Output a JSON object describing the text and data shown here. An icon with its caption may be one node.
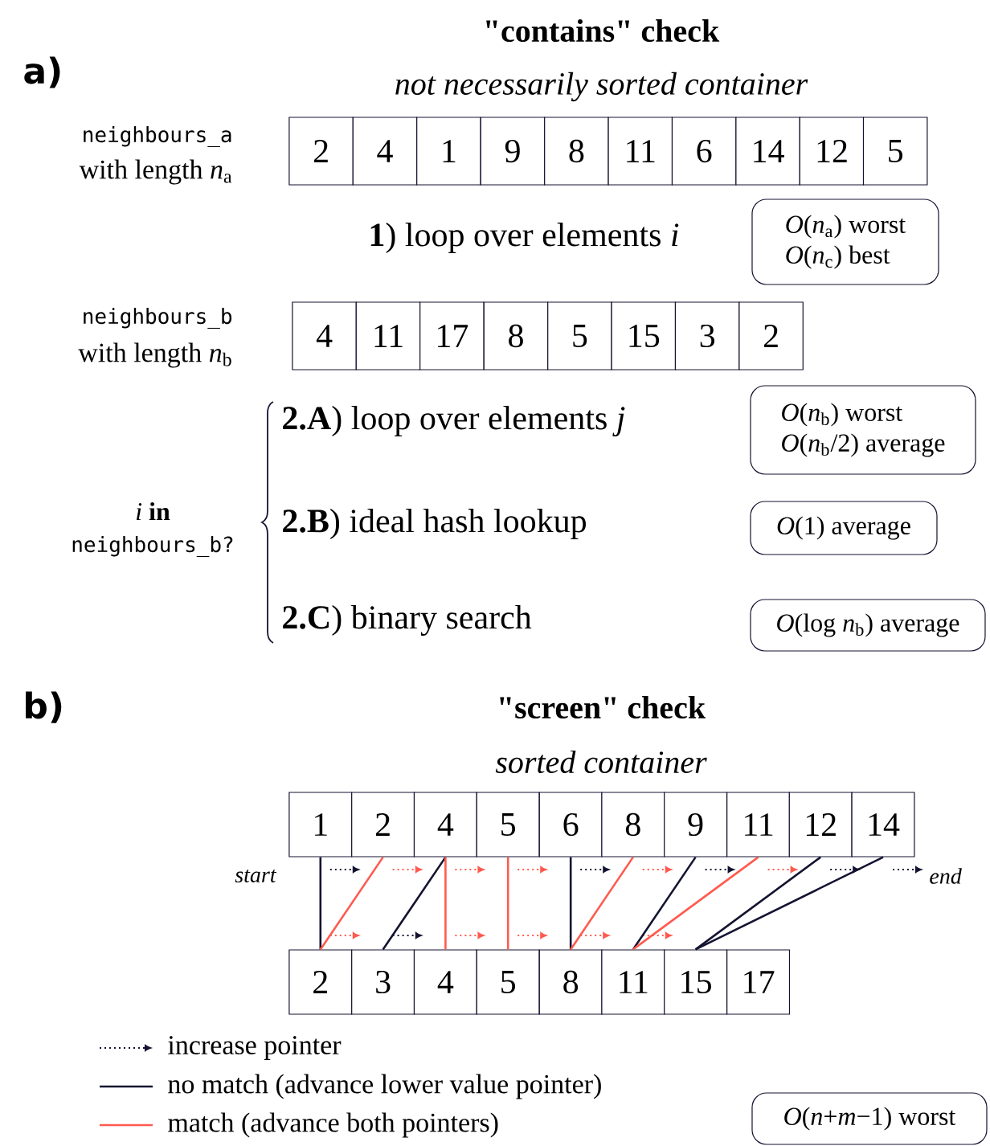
{
  "diagram": {
    "nodes": [
      {
        "text": [
          "2"
        ]
      },
      {
        "text": [
          "4"
        ]
      },
      {
        "text": [
          "1"
        ]
      },
      {
        "text": [
          "9"
        ]
      },
      {
        "text": [
          "8"
        ]
      },
      {
        "text": [
          "11"
        ]
      },
      {
        "text": [
          "6"
        ]
      },
      {
        "text": [
          "14"
        ]
      },
      {
        "text": [
          "12"
        ]
      },
      {
        "text": [
          "5"
        ]
      },
      {
        "text": [
          "*O*(*n*$_{a}$) worst",
          "*O*(*n*$_{c}$) best"
        ]
      },
      {
        "text": [
          "4"
        ]
      },
      {
        "text": [
          "11"
        ]
      },
      {
        "text": [
          "17"
        ]
      },
      {
        "text": [
          "8"
        ]
      },
      {
        "text": [
          "5"
        ]
      },
      {
        "text": [
          "15"
        ]
      },
      {
        "text": [
          "3"
        ]
      },
      {
        "text": [
          "2"
        ]
      },
      {
        "text": [
          "*O*(*n*$_{b}$) worst",
          "*O*(*n*$_{b}$/2) average"
        ]
      },
      {
        "text": [
          "*O*(1) average"
        ]
      },
      {
        "text": [
          "*O*(log *n*$_{b}$) average"
        ]
      },
      {
        "text": [
          "1"
        ]
      },
      {
        "text": [
          "2"
        ]
      },
      {
        "text": [
          "4"
        ]
      },
      {
        "text": [
          "5"
        ]
      },
      {
        "text": [
          "6"
        ]
      },
      {
        "text": [
          "8"
        ]
      },
      {
        "text": [
          "9"
        ]
      },
      {
        "text": [
          "11"
        ]
      },
      {
        "text": [
          "12"
        ]
      },
      {
        "text": [
          "14"
        ]
      },
      {
        "text": [
          "2"
        ]
      },
      {
        "text": [
          "3"
        ]
      },
      {
        "text": [
          "4"
        ]
      },
      {
        "text": [
          "5"
        ]
      },
      {
        "text": [
          "8"
        ]
      },
      {
        "text": [
          "11"
        ]
      },
      {
        "text": [
          "15"
        ]
      },
      {
        "text": [
          "17"
        ]
      },
      {
        "text": [
          "*O*(*n*+*m*−1) worst"
        ]
      }
    ],
    "edges": [
      {
        "from": 22,
        "to": 32,
        "arrow": "none"
      },
      {
        "from": 23,
        "to": 32,
        "arrow": "none",
        "color": "#ff5a4f"
      },
      {
        "from": 24,
        "to": 33,
        "arrow": "none"
      },
      {
        "from": 24,
        "to": 34,
        "arrow": "none",
        "color": "#ff5a4f"
      },
      {
        "from": 25,
        "to": 35,
        "arrow": "none",
        "color": "#ff5a4f"
      },
      {
        "from": 26,
        "to": 36,
        "arrow": "none"
      },
      {
        "from": 27,
        "to": 36,
        "arrow": "none",
        "color": "#ff5a4f"
      },
      {
        "from": 28,
        "to": 37,
        "arrow": "none"
      },
      {
        "from": 29,
        "to": 37,
        "arrow": "none",
        "color": "#ff5a4f"
      },
      {
        "from": 30,
        "to": 38,
        "arrow": "none"
      },
      {
        "from": 31,
        "to": 38,
        "arrow": "none"
      }
    ],
    "labels": [
      "a)",
      "\"contains\" check",
      "not necessarily sorted container",
      "neighbours_a",
      "with length *n*$_{a}$",
      "**1**) loop over elements *i*",
      "neighbours_b",
      "with length *n*$_{b}$",
      "*i* **in**",
      "neighbours_b?",
      "**2.A**) loop over elements *j*",
      "**2.B**) ideal hash lookup",
      "**2.C**) binary search",
      "b)",
      "\"screen\" check",
      "sorted container",
      "start",
      "end"
    ],
    "legend": [
      {
        "text": "increase pointer"
      },
      {
        "text": "no match (advance lower value pointer)"
      },
      {
        "text": "match (advance both pointers)"
      }
    ]
  }
}
